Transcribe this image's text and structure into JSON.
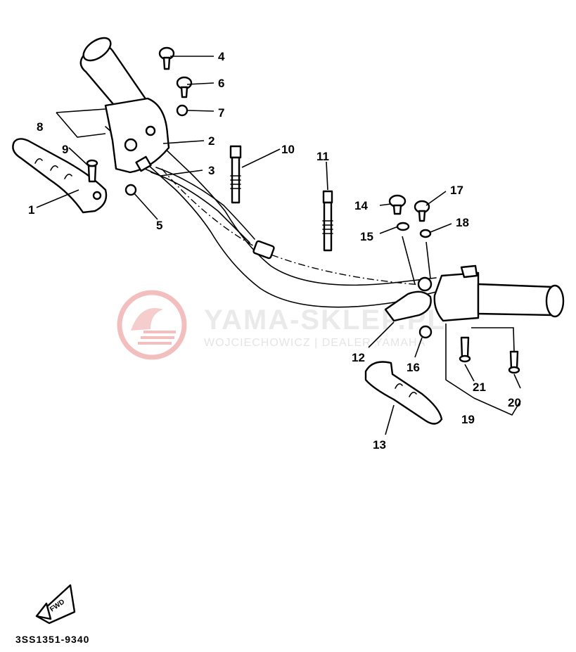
{
  "diagram": {
    "part_numbers": [
      "1",
      "2",
      "3",
      "4",
      "5",
      "6",
      "7",
      "8",
      "9",
      "10",
      "11",
      "12",
      "13",
      "14",
      "15",
      "16",
      "17",
      "18",
      "19",
      "20",
      "21"
    ],
    "reference_code": "3SS1351-9340",
    "fwd_label": "FWD"
  },
  "watermark": {
    "title": "YAMA-SKLEP.PL",
    "subtitle": "WOJCIECHOWICZ | DEALER YAMAHA"
  },
  "colors": {
    "line": "#000000",
    "background": "#ffffff",
    "watermark_logo": "#f2b8b8",
    "watermark_text": "#e8e8e8"
  }
}
